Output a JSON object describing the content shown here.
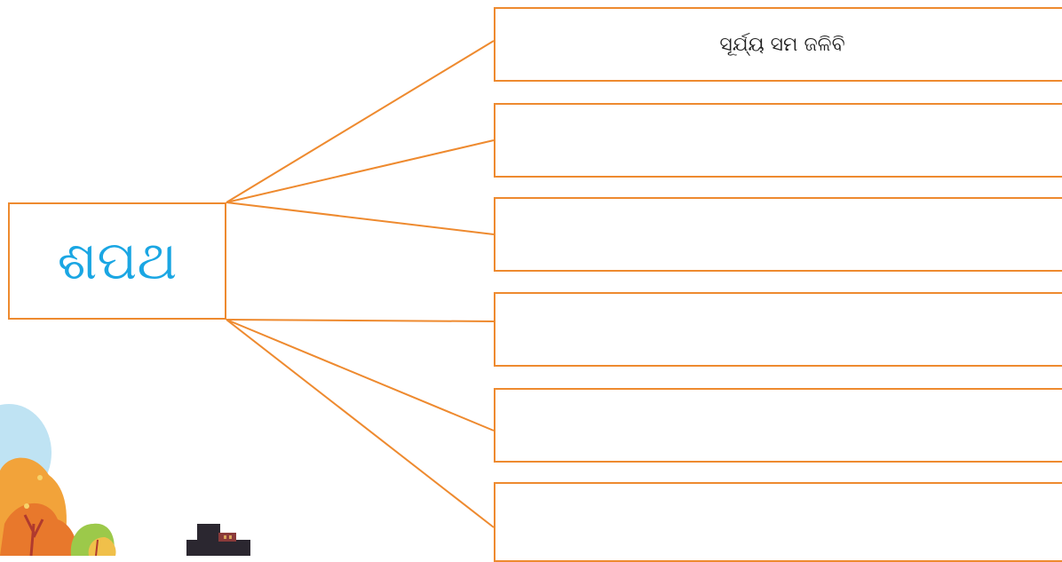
{
  "center": {
    "label": "ଶପଥ"
  },
  "branches": [
    {
      "text": "ସୂର୍ଯ୍ୟ ସମ ଜଳିବି"
    },
    {
      "text": ""
    },
    {
      "text": ""
    },
    {
      "text": ""
    },
    {
      "text": ""
    },
    {
      "text": ""
    }
  ],
  "colors": {
    "border": "#ee8a2f",
    "title": "#1aa6e3"
  },
  "decoration": {
    "icon": "autumn-trees-illustration"
  }
}
